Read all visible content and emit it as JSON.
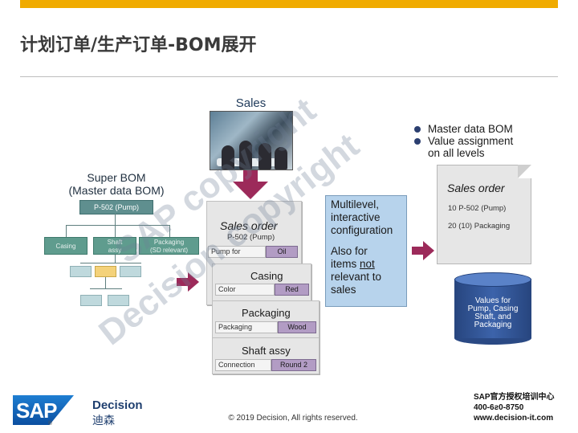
{
  "header": {
    "title": "计划订单/生产订单-BOM展开"
  },
  "sales": {
    "label": "Sales"
  },
  "super_bom": {
    "title_line1": "Super BOM",
    "title_line2": "(Master data BOM)",
    "root": "P-502 (Pump)",
    "children": [
      {
        "label_line1": "Casing",
        "label_line2": ""
      },
      {
        "label_line1": "Shaft",
        "label_line2": "assy"
      },
      {
        "label_line1": "Packaging",
        "label_line2": "(SD relevant)"
      }
    ]
  },
  "cards": {
    "sales_order": {
      "title": "Sales order",
      "subtitle": "P-502 (Pump)",
      "field_label": "Pump for",
      "field_value": "Oil"
    },
    "casing": {
      "title": "Casing",
      "field_label": "Color",
      "field_value": "Red"
    },
    "packaging": {
      "title": "Packaging",
      "field_label": "Packaging",
      "field_value": "Wood"
    },
    "shaft": {
      "title": "Shaft assy",
      "field_label": "Connection",
      "field_value": "Round 2"
    }
  },
  "multilevel": {
    "line1": "Multilevel,",
    "line2": "interactive",
    "line3": "configuration",
    "line4": "Also for",
    "line5_pre": "items ",
    "line5_underlined": "not",
    "line6": "relevant to",
    "line7": "sales"
  },
  "right": {
    "bullets": [
      "Master data BOM",
      "Value assignment"
    ],
    "bullet2_cont": "on all levels",
    "doc_title": "Sales order",
    "doc_line1": "10 P-502 (Pump)",
    "doc_line2": "20 (10) Packaging",
    "db_line1": "Values for",
    "db_line2": "Pump, Casing",
    "db_line3": "Shaft, and",
    "db_line4": "Packaging"
  },
  "watermarks": [
    "SAP copyright",
    "Decision copyright"
  ],
  "footer": {
    "sap": "SAP",
    "reg": "®",
    "decision": "Decision",
    "decision_cn": "迪森",
    "copyright": "© 2019 Decision, All rights reserved.",
    "training_line1": "SAP官方授权培训中心",
    "training_line2": "400-6ƨ0-8750",
    "training_line3": "www.decision-it.com"
  },
  "colors": {
    "accent_bar": "#f0ab00",
    "arrow": "#9c2a5a",
    "field_value": "#b29cc4",
    "multilevel_bg": "#b7d3ec",
    "db": "#3c63aa"
  }
}
